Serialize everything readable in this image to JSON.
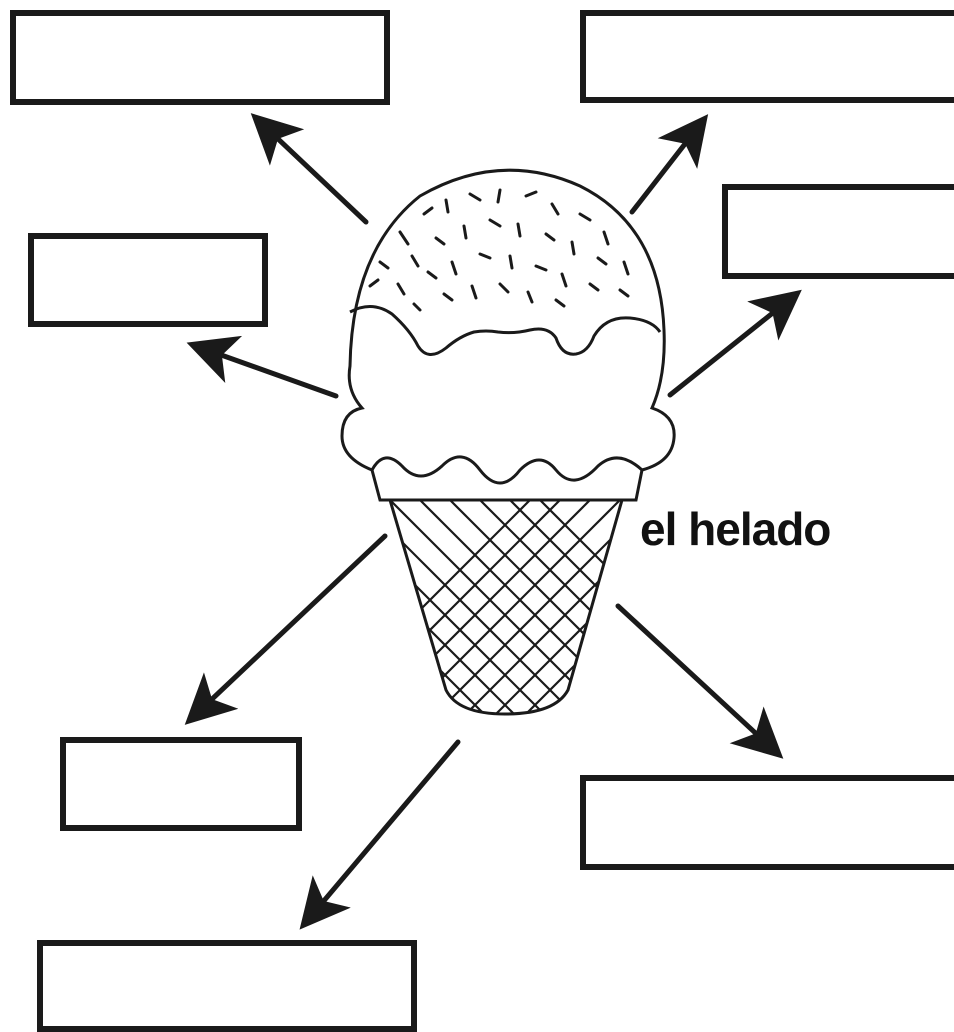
{
  "diagram": {
    "title": "el helado",
    "label_boxes": [
      {
        "id": "top-left",
        "text": ""
      },
      {
        "id": "top-right",
        "text": ""
      },
      {
        "id": "upper-right",
        "text": ""
      },
      {
        "id": "upper-left",
        "text": ""
      },
      {
        "id": "lower-left",
        "text": ""
      },
      {
        "id": "lower-right",
        "text": ""
      },
      {
        "id": "bottom-left",
        "text": ""
      }
    ]
  },
  "colors": {
    "ink": "#1a1a1a",
    "paper": "#ffffff"
  },
  "icons": [
    "ice-cream-cone-icon",
    "arrow-icon"
  ]
}
